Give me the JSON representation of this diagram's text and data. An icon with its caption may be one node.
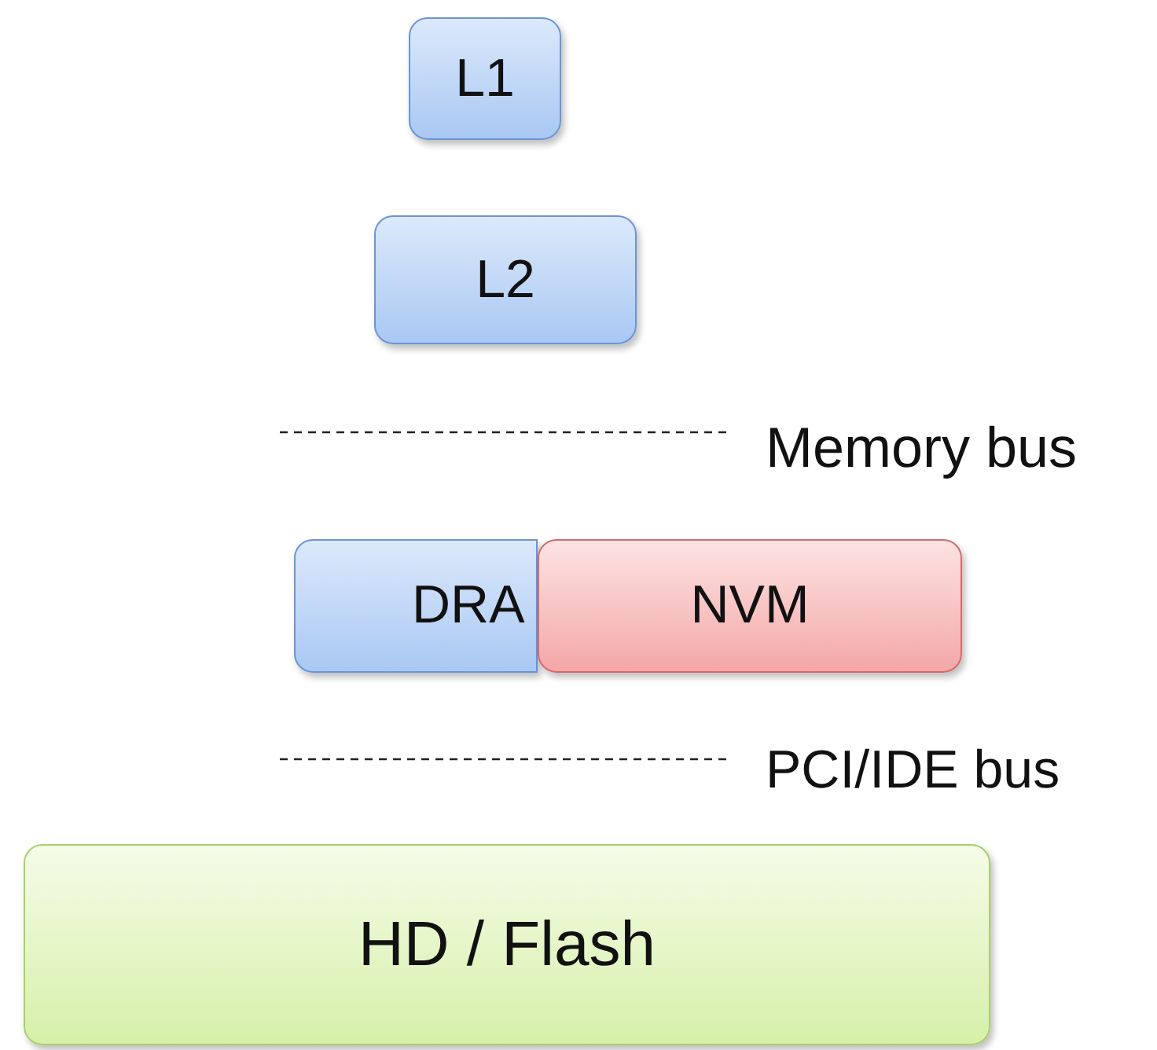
{
  "diagram": {
    "nodes": [
      {
        "text": [
          "L1"
        ]
      },
      {
        "text": [
          "L2"
        ]
      },
      {
        "text": [
          "DRA"
        ]
      },
      {
        "text": [
          "NVM"
        ]
      },
      {
        "text": [
          "HD / Flash"
        ]
      }
    ],
    "labels": [
      "Memory bus",
      "PCI/IDE bus"
    ]
  }
}
